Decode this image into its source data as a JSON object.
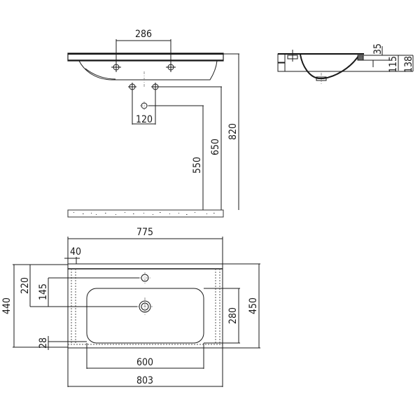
{
  "drawing": {
    "subject": "washbasin technical drawing",
    "units": "mm",
    "front_view": {
      "dimensions": {
        "mixer_hole_spacing": "286",
        "drain_hole_spacing": "120",
        "drain_height": "550",
        "drain_outlet_height": "650",
        "top_height": "820"
      }
    },
    "side_view": {
      "dimensions": {
        "rim_thickness": "35",
        "bowl_depth": "115",
        "total_height": "138"
      }
    },
    "top_view": {
      "dimensions": {
        "inner_width": "775",
        "side_offset": "40",
        "depth_total": "440",
        "tap_to_drain_from_back": "220",
        "tap_to_drain": "145",
        "front_edge": "28",
        "bowl_depth": "280",
        "overall_depth": "450",
        "bowl_width": "600",
        "overall_width": "803"
      }
    },
    "colors": {
      "line": "#1a1a1a",
      "background": "#ffffff"
    }
  }
}
